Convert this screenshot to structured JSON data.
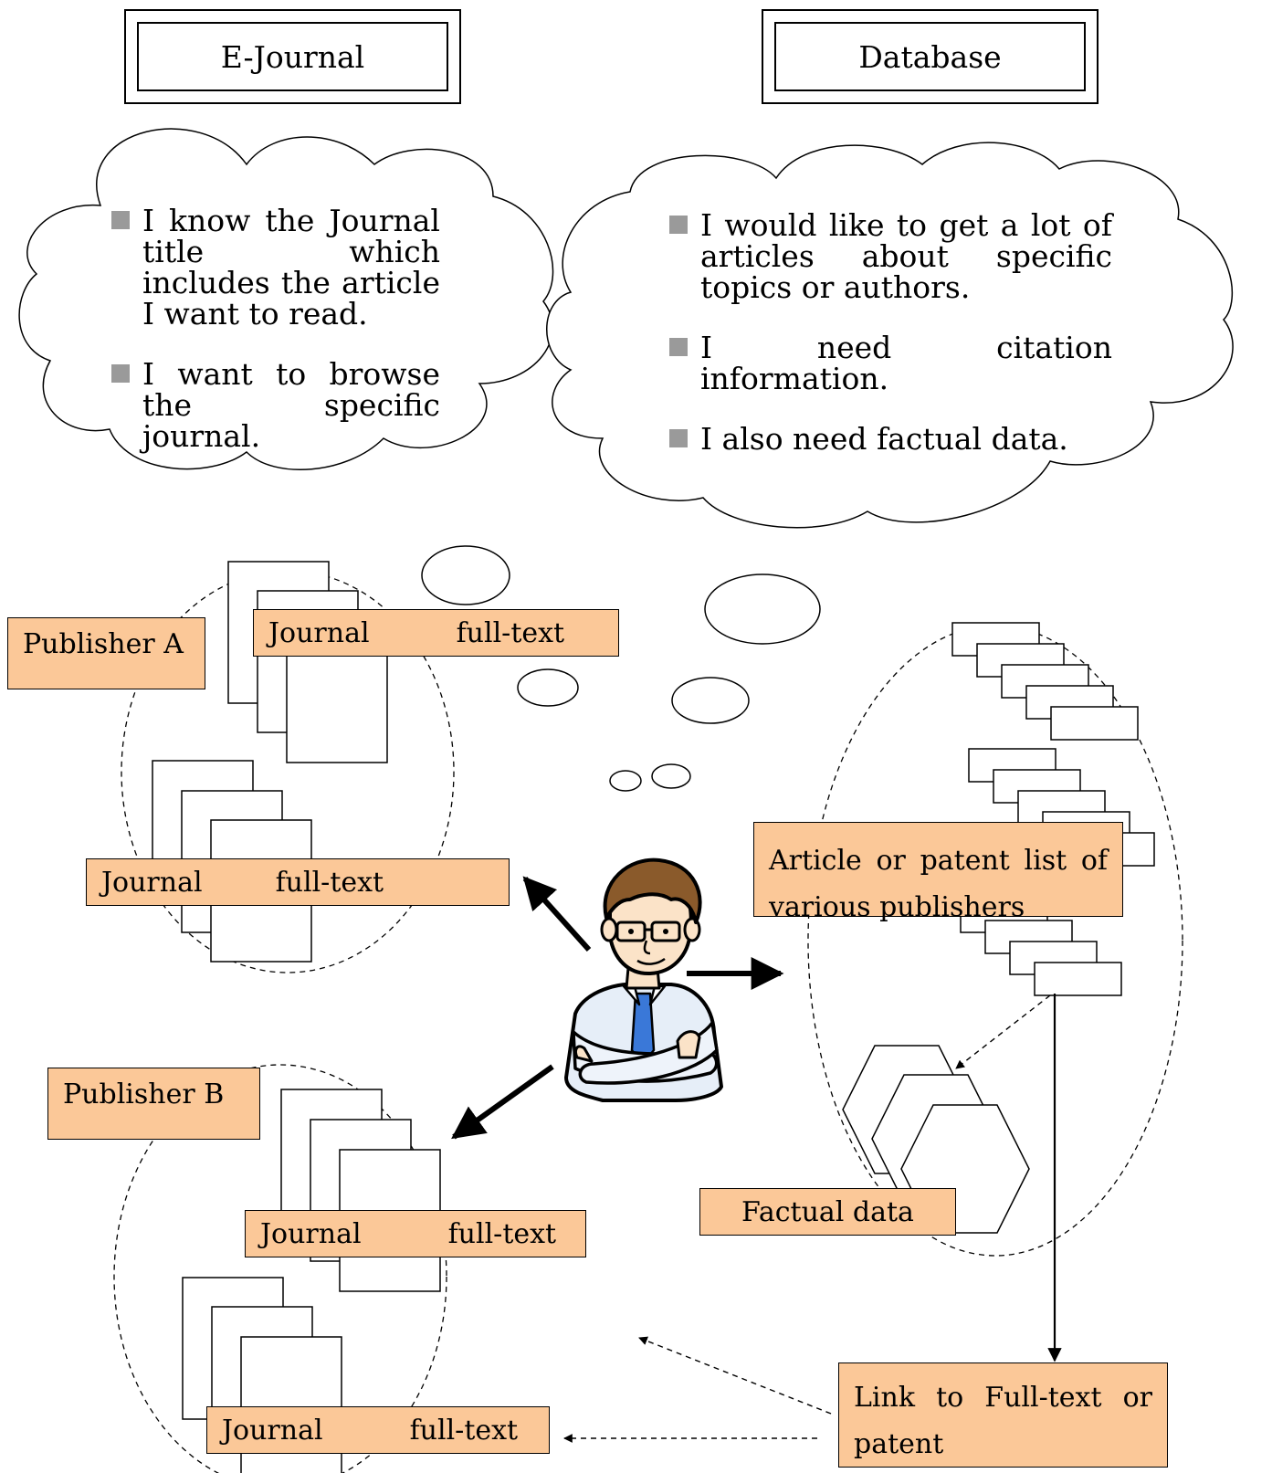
{
  "headers": {
    "left": "E-Journal",
    "right": "Database"
  },
  "left_bubble": {
    "items": [
      "I know the Journal title which includes the article I want to read.",
      "I want to browse the specific journal."
    ]
  },
  "right_bubble": {
    "items": [
      "I would like to get a lot of articles about specific topics or authors.",
      "I need citation information.",
      "I also need factual data."
    ]
  },
  "publishers": {
    "a": "Publisher A",
    "b": "Publisher B"
  },
  "journal_labels": {
    "journal": "Journal",
    "fulltext": "full-text"
  },
  "database_labels": {
    "article_list": "Article or patent list of various publishers",
    "factual_data": "Factual data",
    "link_fulltext": "Link to Full-text or patent"
  },
  "colors": {
    "label_fill": "#fbc898",
    "bullet": "#9a9a9a"
  },
  "icons": {
    "person": "businessman-arms-crossed-icon"
  }
}
